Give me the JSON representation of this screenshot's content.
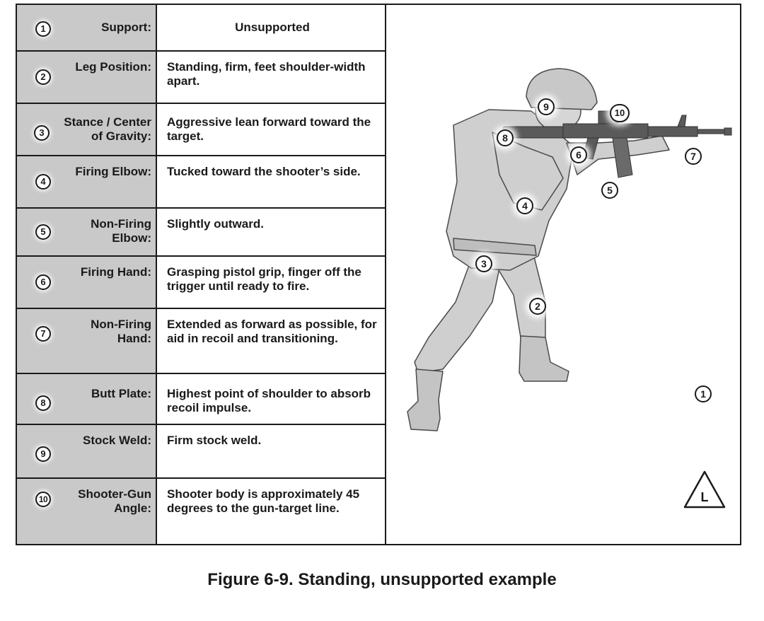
{
  "rows": [
    {
      "num": "1",
      "label": "Support:",
      "value": "Unsupported"
    },
    {
      "num": "2",
      "label": "Leg Position:",
      "value": "Standing, firm, feet shoulder-width apart."
    },
    {
      "num": "3",
      "label": "Stance / Center of Gravity:",
      "value": "Aggressive lean forward toward the target."
    },
    {
      "num": "4",
      "label": "Firing Elbow:",
      "value": "Tucked toward the shooter’s side."
    },
    {
      "num": "5",
      "label": "Non-Firing Elbow:",
      "value": "Slightly outward."
    },
    {
      "num": "6",
      "label": "Firing Hand:",
      "value": "Grasping pistol grip, finger off the trigger until ready to fire."
    },
    {
      "num": "7",
      "label": "Non-Firing Hand:",
      "value": "Extended as forward as possible, for aid in recoil and transitioning."
    },
    {
      "num": "8",
      "label": "Butt Plate:",
      "value": "Highest point of shoulder to absorb recoil impulse."
    },
    {
      "num": "9",
      "label": "Stock Weld:",
      "value": "Firm stock weld."
    },
    {
      "num": "10",
      "label": "Shooter-Gun Angle:",
      "value": "Shooter body is approximately 45 degrees to the gun-target line."
    }
  ],
  "figure": {
    "callouts": [
      "9",
      "10",
      "8",
      "6",
      "7",
      "5",
      "4",
      "3",
      "2",
      "1"
    ],
    "corner_mark": "L",
    "colors": {
      "body": "#cfcfcf",
      "outline": "#4a4a4a",
      "rifle": "#5a5a5a",
      "table_shade": "#c9c9c9"
    }
  },
  "caption": "Figure 6-9. Standing, unsupported example"
}
